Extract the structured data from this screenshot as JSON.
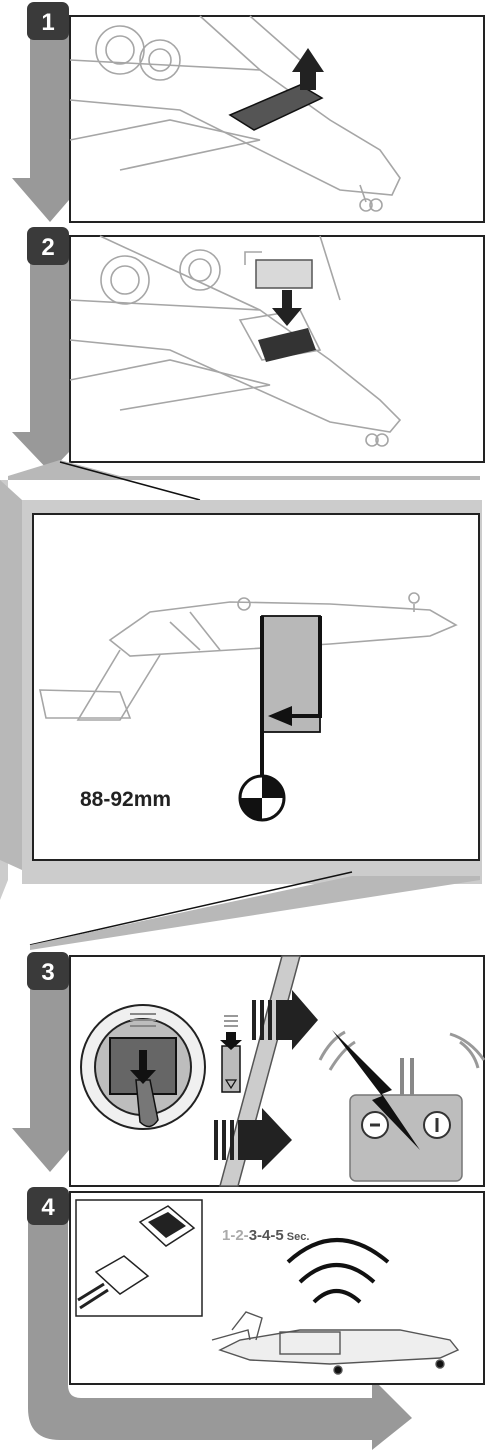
{
  "steps": [
    {
      "number": "1"
    },
    {
      "number": "2"
    },
    {
      "number": "3"
    },
    {
      "number": "4"
    }
  ],
  "cg_label": "88-92mm",
  "timer": {
    "seq1": "1-2-",
    "seq2": "3-4-5",
    "unit": " Sec."
  },
  "colors": {
    "arrow_gray": "#999999",
    "badge_dark": "#3a3a3a",
    "panel_gray": "#cccccc",
    "line": "#a6a6a6",
    "fill_mid": "#b8b8b8"
  },
  "icons": [
    "plane-hatch-open-icon",
    "battery-insert-icon",
    "cg-balance-icon",
    "transmitter-icon",
    "throttle-gimbal-icon",
    "connector-icon",
    "signal-wave-icon"
  ]
}
